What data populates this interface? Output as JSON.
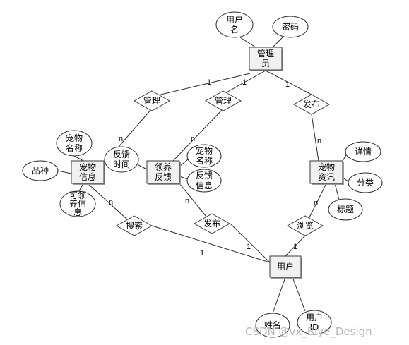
{
  "diagram": {
    "type": "er-diagram",
    "entities": [
      {
        "id": "admin",
        "lines": [
          "管理",
          "员"
        ]
      },
      {
        "id": "pet_info",
        "lines": [
          "宠物",
          "信息"
        ]
      },
      {
        "id": "adoption_feedback",
        "lines": [
          "领养",
          "反馈"
        ]
      },
      {
        "id": "pet_news",
        "lines": [
          "宠物",
          "资讯"
        ]
      },
      {
        "id": "user",
        "lines": [
          "用户"
        ]
      }
    ],
    "relationships": [
      {
        "id": "manage1",
        "label": "管理"
      },
      {
        "id": "manage2",
        "label": "管理"
      },
      {
        "id": "publish1",
        "label": "发布"
      },
      {
        "id": "search",
        "label": "搜索"
      },
      {
        "id": "publish2",
        "label": "发布"
      },
      {
        "id": "browse",
        "label": "浏览"
      }
    ],
    "attributes": [
      {
        "id": "admin_username",
        "lines": [
          "用户",
          "名"
        ]
      },
      {
        "id": "admin_password",
        "lines": [
          "密码"
        ]
      },
      {
        "id": "pi_name",
        "lines": [
          "宠物",
          "名称"
        ]
      },
      {
        "id": "pi_breed",
        "lines": [
          "品种"
        ]
      },
      {
        "id": "pi_adoptable",
        "lines": [
          "可领",
          "养信",
          "息"
        ]
      },
      {
        "id": "af_time",
        "lines": [
          "反馈",
          "时间"
        ]
      },
      {
        "id": "af_petname",
        "lines": [
          "宠物",
          "名称"
        ]
      },
      {
        "id": "af_info",
        "lines": [
          "反馈",
          "信息"
        ]
      },
      {
        "id": "pn_detail",
        "lines": [
          "详情"
        ]
      },
      {
        "id": "pn_category",
        "lines": [
          "分类"
        ]
      },
      {
        "id": "pn_title",
        "lines": [
          "标题"
        ]
      },
      {
        "id": "u_name",
        "lines": [
          "姓名"
        ]
      },
      {
        "id": "u_id",
        "lines": [
          "用户",
          "ID"
        ]
      }
    ],
    "cardinalities": [
      {
        "id": "c_m1_admin",
        "text": "1"
      },
      {
        "id": "c_m1_pet",
        "text": "n"
      },
      {
        "id": "c_m2_admin",
        "text": "1"
      },
      {
        "id": "c_m2_fb",
        "text": "n"
      },
      {
        "id": "c_p1_admin",
        "text": "1"
      },
      {
        "id": "c_p1_news",
        "text": "n"
      },
      {
        "id": "c_s_pet",
        "text": "n"
      },
      {
        "id": "c_s_user",
        "text": "1"
      },
      {
        "id": "c_p2_fb",
        "text": "n"
      },
      {
        "id": "c_p2_user",
        "text": "1"
      },
      {
        "id": "c_b_news",
        "text": "n"
      },
      {
        "id": "c_b_user",
        "text": "1"
      }
    ],
    "watermark": "CSDN @vx_Biye_Design"
  }
}
